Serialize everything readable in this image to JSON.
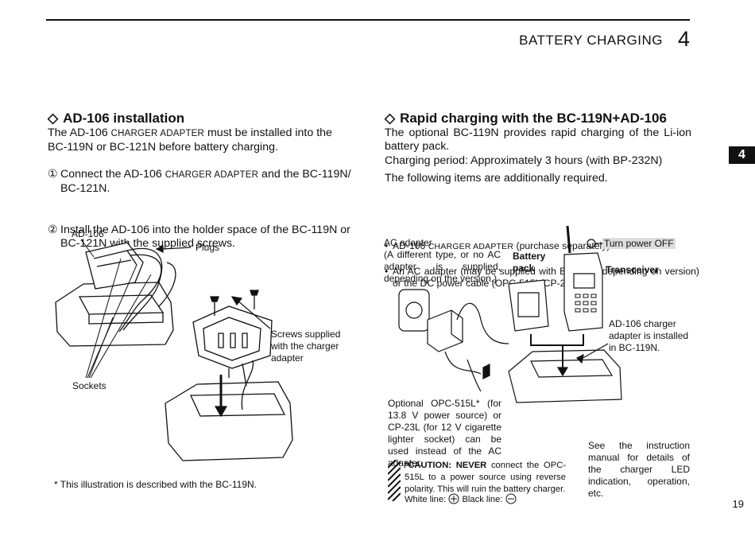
{
  "header": {
    "title": "BATTERY CHARGING",
    "chapter": "4"
  },
  "side_tab": "4",
  "page_number": "19",
  "left": {
    "heading_symbol": "◇",
    "heading": "AD-106 installation",
    "intro_1": "The AD-106 ",
    "intro_sc": "charger adapter",
    "intro_2": " must be installed into the BC-119N or BC-121N before battery charging.",
    "step1_num": "①",
    "step1_a": "Connect the AD-106 ",
    "step1_sc": "charger adapter",
    "step1_b": " and the BC-119N/ BC-121N.",
    "step2_num": "②",
    "step2": "Install the AD-106 into the holder space of the BC-119N or BC-121N with the supplied screws.",
    "fig": {
      "ad106": "AD-106",
      "plugs": "Plugs",
      "screws": "Screws supplied with the charger adapter",
      "sockets": "Sockets"
    },
    "footnote": "* This illustration is described with the BC-119N."
  },
  "right": {
    "heading_symbol": "◇",
    "heading": "Rapid charging with the BC-119N+AD-106",
    "intro": "The optional BC-119N provides rapid charging of the Li-ion battery pack.",
    "period": "Charging period: Approximately 3 hours (with BP-232N)",
    "required": "The following items are additionally required.",
    "bullet1_a": "AD-106 ",
    "bullet1_sc": "charger adapter",
    "bullet1_b": " (purchase separately)",
    "bullet2": "An AC adapter (may be supplied with BC-119N depending on version) or the DC power cable (OPC-515L/CP-23L).",
    "fig": {
      "ac_adapter": "AC adapter",
      "ac_note": "(A different type, or no AC adapter is supplied, depending on the version.)",
      "battery_pack": "Battery pack",
      "turn_off": "Turn power OFF",
      "transceiver": "Transceiver",
      "ad106_note": "AD-106 charger adapter is installed in BC-119N.",
      "optional": "Optional OPC-515L* (for 13.8 V power source) or CP-23L (for 12 V cigarette lighter socket) can be used instead of the AC adapter.",
      "see_manual": "See the instruction manual for details of the charger LED indication, operation, etc.",
      "caution_label": "*CAUTION: NEVER",
      "caution_text": " connect the OPC-515L to a power source using reverse polarity. This will ruin the battery charger.",
      "white_line": "White line:",
      "black_line": "Black line:"
    }
  }
}
